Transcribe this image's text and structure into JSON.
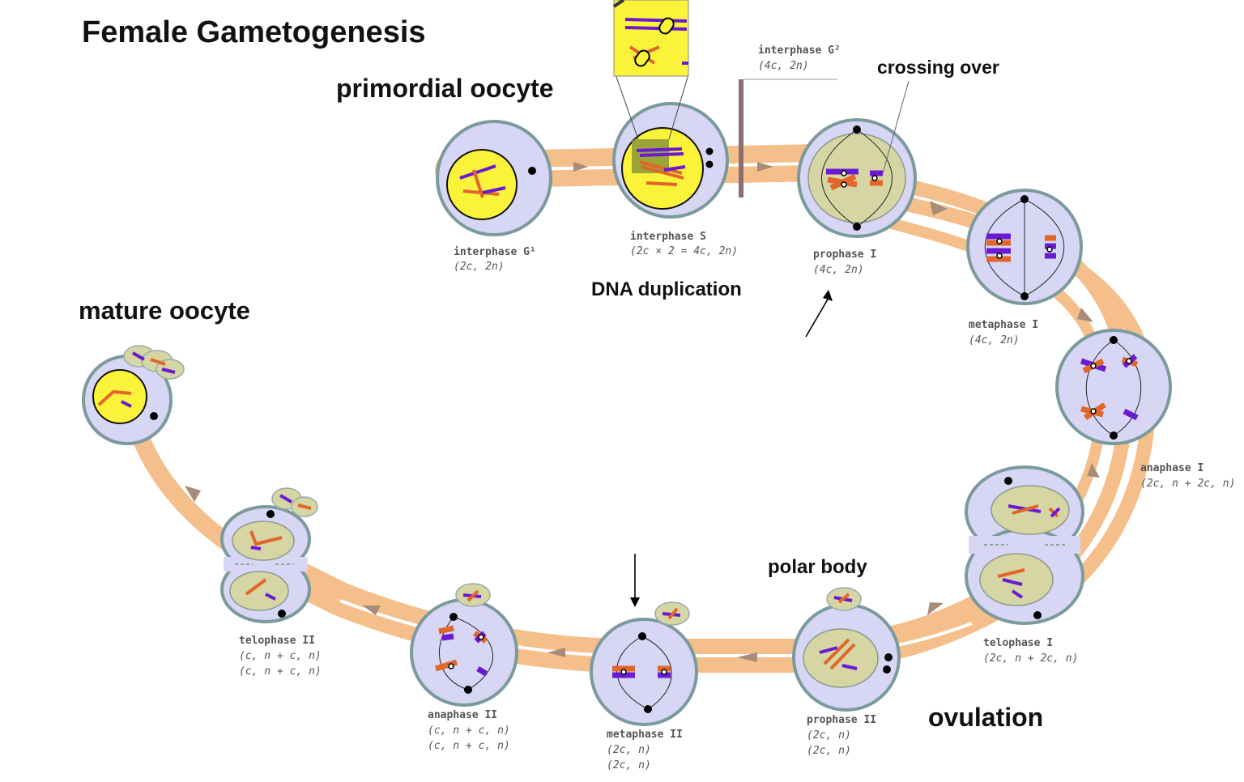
{
  "title": "Female Gametogenesis",
  "callouts": {
    "primordial": "primordial oocyte",
    "crossing": "crossing over",
    "dna": "DNA duplication",
    "mature": "mature oocyte",
    "polar_body": "polar body",
    "ovulation": "ovulation"
  },
  "stages": [
    {
      "id": "interphase-g1",
      "name": "interphase G¹",
      "ploidy": [
        "(2c, 2n)"
      ]
    },
    {
      "id": "interphase-s",
      "name": "interphase S",
      "ploidy": [
        "(2c × 2 = 4c, 2n)"
      ]
    },
    {
      "id": "interphase-g2",
      "name": "interphase G²",
      "ploidy": [
        "(4c, 2n)"
      ]
    },
    {
      "id": "prophase-1",
      "name": "prophase I",
      "ploidy": [
        "(4c, 2n)"
      ]
    },
    {
      "id": "metaphase-1",
      "name": "metaphase I",
      "ploidy": [
        "(4c, 2n)"
      ]
    },
    {
      "id": "anaphase-1",
      "name": "anaphase I",
      "ploidy": [
        "(2c, n + 2c, n)"
      ]
    },
    {
      "id": "telophase-1",
      "name": "telophase I",
      "ploidy": [
        "(2c, n + 2c, n)"
      ]
    },
    {
      "id": "prophase-2",
      "name": "prophase II",
      "ploidy": [
        "(2c, n)",
        "(2c, n)"
      ]
    },
    {
      "id": "metaphase-2",
      "name": "metaphase II",
      "ploidy": [
        "(2c, n)",
        "(2c, n)"
      ]
    },
    {
      "id": "anaphase-2",
      "name": "anaphase II",
      "ploidy": [
        "(c, n + c, n)",
        "(c, n + c, n)"
      ]
    },
    {
      "id": "telophase-2",
      "name": "telophase II",
      "ploidy": [
        "(c, n + c, n)",
        "(c, n + c, n)"
      ]
    }
  ],
  "colors": {
    "band": "#f4bf8a",
    "cell_fill": "#d8d6f5",
    "cell_stroke": "#7b9a9b",
    "nucleus_yellow": "#fbf33a",
    "nucleus_green": "#d6d6a4",
    "chromosome_purple": "#6a1bd1",
    "chromosome_orange": "#e0662a",
    "arrow": "#a98c78"
  }
}
